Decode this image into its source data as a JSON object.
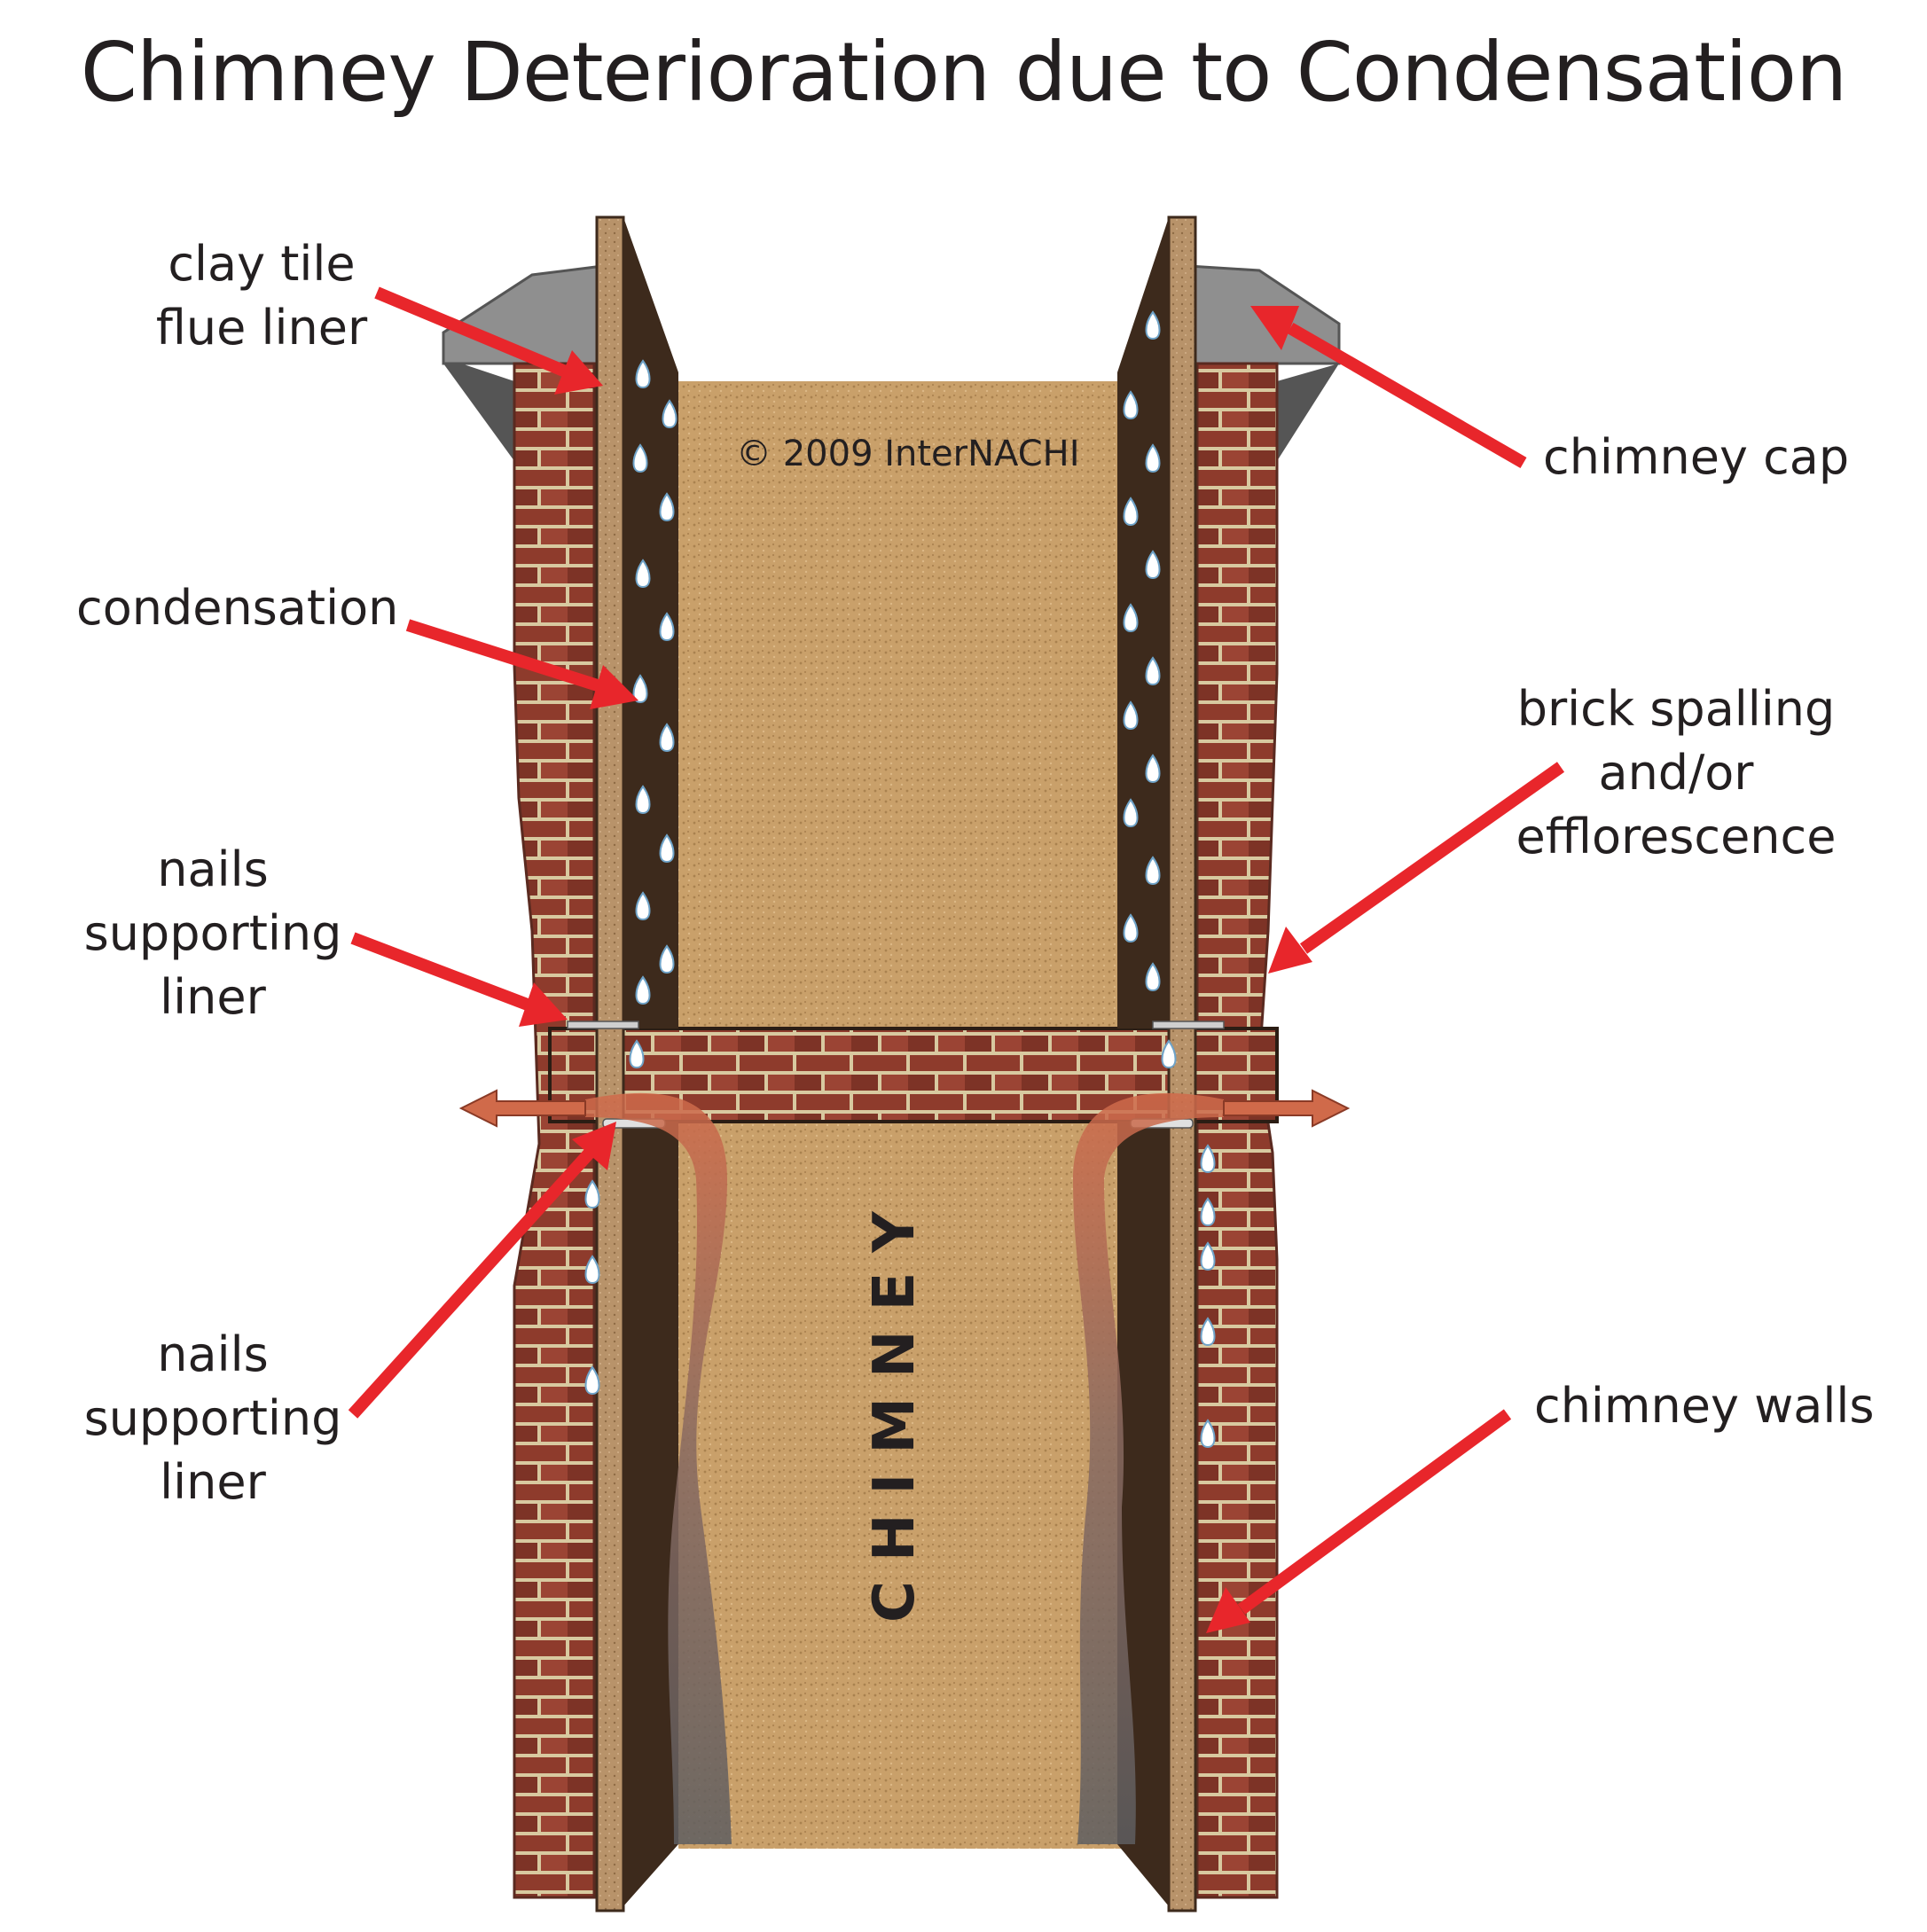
{
  "title": "Chimney Deterioration due to Condensation",
  "copyright": "© 2009 InterNACHI",
  "center_label": "CHIMNEY",
  "labels": {
    "clay_tile": [
      "clay tile",
      "flue liner"
    ],
    "condensation": [
      "condensation"
    ],
    "nails_upper": [
      "nails",
      "supporting",
      "liner"
    ],
    "nails_lower": [
      "nails",
      "supporting",
      "liner"
    ],
    "chimney_cap": [
      "chimney cap"
    ],
    "brick_spalling": [
      "brick spalling",
      "and/or",
      "efflorescence"
    ],
    "chimney_walls": [
      "chimney walls"
    ]
  },
  "colors": {
    "arrow": "#e8262b",
    "brick": "#8e3b2c",
    "mortar": "#d8c9a0",
    "flue_liner": "#b8936a",
    "liner_dark": "#3d2a1c",
    "interior": "#c9a06a",
    "cap": "#8f8f8f",
    "water": "#ffffff",
    "heat_arrow": "#d06a4a"
  }
}
